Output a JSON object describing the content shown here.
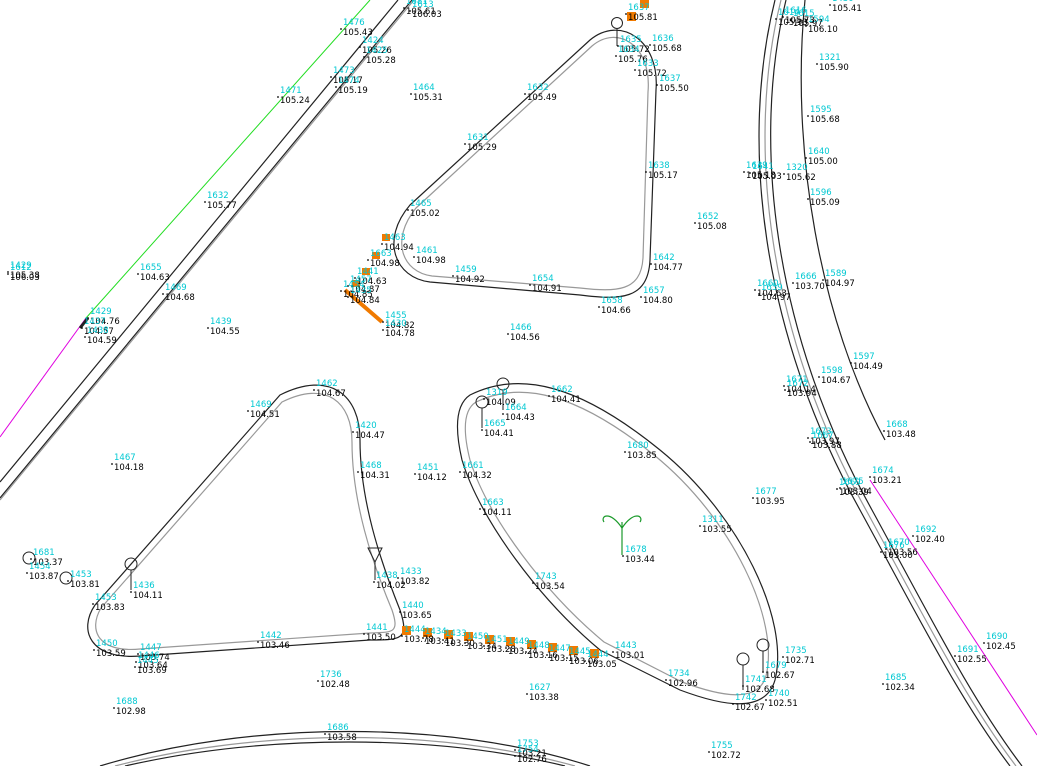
{
  "colors": {
    "background": "#ffffff",
    "kerb": "#222222",
    "kerb_inner": "#9a9a9a",
    "point_id": "#00c8d2",
    "elevation": "#000000",
    "green_line": "#22dd22",
    "magenta_line": "#e000e0",
    "orange_marker": "#f07a00",
    "tree_symbol": "#1a9a2a"
  },
  "points": [
    {
      "id": "1476",
      "elev": "105.43"
    },
    {
      "id": "1424",
      "elev": "105.26"
    },
    {
      "id": "1425",
      "elev": "105.28"
    },
    {
      "id": "1471",
      "elev": "105.24"
    },
    {
      "id": "1473",
      "elev": "105.17"
    },
    {
      "id": "1474",
      "elev": "105.19"
    },
    {
      "id": "1464",
      "elev": "105.31"
    },
    {
      "id": "1632",
      "elev": "105.49"
    },
    {
      "id": "1631",
      "elev": "105.29"
    },
    {
      "id": "1635",
      "elev": "105.72"
    },
    {
      "id": "1636",
      "elev": "105.68"
    },
    {
      "id": "1634",
      "elev": "105.76"
    },
    {
      "id": "1633",
      "elev": "105.72"
    },
    {
      "id": "1637",
      "elev": "105.50"
    },
    {
      "id": "1638",
      "elev": "105.17"
    },
    {
      "id": "1637",
      "elev": "105.81"
    },
    {
      "id": "1632",
      "elev": "105.77"
    },
    {
      "id": "1465",
      "elev": "105.02"
    },
    {
      "id": "1652",
      "elev": "105.08"
    },
    {
      "id": "1463",
      "elev": "104.94"
    },
    {
      "id": "1461",
      "elev": "104.98"
    },
    {
      "id": "1663",
      "elev": "104.98"
    },
    {
      "id": "1459",
      "elev": "104.92"
    },
    {
      "id": "1654",
      "elev": "104.91"
    },
    {
      "id": "1642",
      "elev": "104.77"
    },
    {
      "id": "1657",
      "elev": "104.80"
    },
    {
      "id": "1658",
      "elev": "104.66"
    },
    {
      "id": "1655",
      "elev": "104.63"
    },
    {
      "id": "1469",
      "elev": "104.68"
    },
    {
      "id": "1441",
      "elev": "104.63"
    },
    {
      "id": "1457",
      "elev": "104.87"
    },
    {
      "id": "1454",
      "elev": "104.85"
    },
    {
      "id": "1435",
      "elev": "104.84"
    },
    {
      "id": "1455",
      "elev": "104.82"
    },
    {
      "id": "1430",
      "elev": "104.78"
    },
    {
      "id": "1429",
      "elev": "104.76"
    },
    {
      "id": "1437",
      "elev": "104.57"
    },
    {
      "id": "1438",
      "elev": "104.59"
    },
    {
      "id": "1439",
      "elev": "104.55"
    },
    {
      "id": "1466",
      "elev": "104.56"
    },
    {
      "id": "1462",
      "elev": "104.67"
    },
    {
      "id": "1469",
      "elev": "104.51"
    },
    {
      "id": "1420",
      "elev": "104.47"
    },
    {
      "id": "1468",
      "elev": "104.31"
    },
    {
      "id": "1467",
      "elev": "104.18"
    },
    {
      "id": "1451",
      "elev": "104.12"
    },
    {
      "id": "1319",
      "elev": "104.09"
    },
    {
      "id": "1664",
      "elev": "104.43"
    },
    {
      "id": "1662",
      "elev": "104.41"
    },
    {
      "id": "1665",
      "elev": "104.41"
    },
    {
      "id": "1661",
      "elev": "104.32"
    },
    {
      "id": "1663",
      "elev": "104.11"
    },
    {
      "id": "1680",
      "elev": "103.85"
    },
    {
      "id": "1677",
      "elev": "103.95"
    },
    {
      "id": "1311",
      "elev": "103.55"
    },
    {
      "id": "1678",
      "elev": "103.44"
    },
    {
      "id": "1743",
      "elev": "103.54"
    },
    {
      "id": "1681",
      "elev": "103.37"
    },
    {
      "id": "1454",
      "elev": "103.87"
    },
    {
      "id": "1453",
      "elev": "103.81"
    },
    {
      "id": "1453",
      "elev": "103.83"
    },
    {
      "id": "1436",
      "elev": "104.11"
    },
    {
      "id": "1438",
      "elev": "104.02"
    },
    {
      "id": "1433",
      "elev": "103.82"
    },
    {
      "id": "1440",
      "elev": "103.65"
    },
    {
      "id": "1441",
      "elev": "103.50"
    },
    {
      "id": "1442",
      "elev": "103.46"
    },
    {
      "id": "1450",
      "elev": "103.59"
    },
    {
      "id": "1447",
      "elev": "103.74"
    },
    {
      "id": "1446",
      "elev": "103.64"
    },
    {
      "id": "1445",
      "elev": "103.69"
    },
    {
      "id": "1444",
      "elev": "103.78"
    },
    {
      "id": "1434",
      "elev": "103.41"
    },
    {
      "id": "1433",
      "elev": "103.30"
    },
    {
      "id": "1450",
      "elev": "103.34"
    },
    {
      "id": "1451",
      "elev": "103.28"
    },
    {
      "id": "1449",
      "elev": "103.24"
    },
    {
      "id": "1448",
      "elev": "103.16"
    },
    {
      "id": "1447",
      "elev": "103.15"
    },
    {
      "id": "1445",
      "elev": "103.06"
    },
    {
      "id": "1444",
      "elev": "103.05"
    },
    {
      "id": "1443",
      "elev": "103.01"
    },
    {
      "id": "1734",
      "elev": "102.96"
    },
    {
      "id": "1735",
      "elev": "102.71"
    },
    {
      "id": "1679",
      "elev": "102.67"
    },
    {
      "id": "1741",
      "elev": "102.68"
    },
    {
      "id": "1742",
      "elev": "102.67"
    },
    {
      "id": "1740",
      "elev": "102.51"
    },
    {
      "id": "1736",
      "elev": "102.48"
    },
    {
      "id": "1627",
      "elev": "103.38"
    },
    {
      "id": "1688",
      "elev": "102.98"
    },
    {
      "id": "1686",
      "elev": "103.58"
    },
    {
      "id": "1753",
      "elev": "103.21"
    },
    {
      "id": "1754",
      "elev": "102.76"
    },
    {
      "id": "1755",
      "elev": "102.72"
    },
    {
      "id": "1685",
      "elev": "102.34"
    },
    {
      "id": "1690",
      "elev": "102.45"
    },
    {
      "id": "1691",
      "elev": "102.55"
    },
    {
      "id": "1692",
      "elev": "102.40"
    },
    {
      "id": "1674",
      "elev": "103.21"
    },
    {
      "id": "1670",
      "elev": "103.56"
    },
    {
      "id": "1676",
      "elev": "103.00"
    },
    {
      "id": "1675",
      "elev": "103.04"
    },
    {
      "id": "1669",
      "elev": "103.39"
    },
    {
      "id": "1668",
      "elev": "103.48"
    },
    {
      "id": "1597",
      "elev": "104.49"
    },
    {
      "id": "1598",
      "elev": "104.67"
    },
    {
      "id": "1671",
      "elev": "104.14"
    },
    {
      "id": "1672",
      "elev": "103.94"
    },
    {
      "id": "1673",
      "elev": "103.97"
    },
    {
      "id": "1667",
      "elev": "103.88"
    },
    {
      "id": "1666",
      "elev": "103.70"
    },
    {
      "id": "1660",
      "elev": "104.63"
    },
    {
      "id": "1659",
      "elev": "104.97"
    },
    {
      "id": "1589",
      "elev": "104.97"
    },
    {
      "id": "1596",
      "elev": "105.09"
    },
    {
      "id": "1320",
      "elev": "105.62"
    },
    {
      "id": "1639",
      "elev": "105.18"
    },
    {
      "id": "1641",
      "elev": "105.03"
    },
    {
      "id": "1640",
      "elev": "105.00"
    },
    {
      "id": "1595",
      "elev": "105.68"
    },
    {
      "id": "1321",
      "elev": "105.90"
    },
    {
      "id": "1594",
      "elev": "106.10"
    },
    {
      "id": "1614",
      "elev": "105.93"
    },
    {
      "id": "1616",
      "elev": "105.73"
    },
    {
      "id": "1615",
      "elev": "105.97"
    },
    {
      "id": "1613",
      "elev": "106.03"
    },
    {
      "id": "1681",
      "elev": "105.61"
    },
    {
      "id": "1430",
      "elev": "105.41"
    },
    {
      "id": "1429",
      "elev": "105.38"
    },
    {
      "id": "1612",
      "elev": "106.03"
    }
  ]
}
